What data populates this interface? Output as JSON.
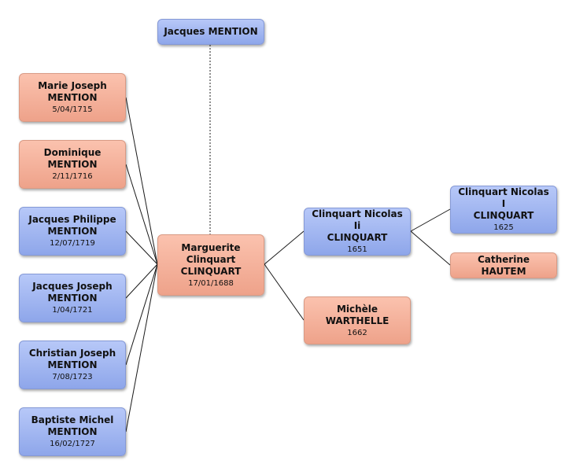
{
  "nodes": {
    "jacques_mention": {
      "name": "Jacques MENTION"
    },
    "marie_joseph": {
      "name": "Marie Joseph\nMENTION",
      "date": "5/04/1715"
    },
    "dominique": {
      "name": "Dominique\nMENTION",
      "date": "2/11/1716"
    },
    "jacques_philippe": {
      "name": "Jacques Philippe\nMENTION",
      "date": "12/07/1719"
    },
    "jacques_joseph": {
      "name": "Jacques Joseph\nMENTION",
      "date": "1/04/1721"
    },
    "christian_joseph": {
      "name": "Christian Joseph\nMENTION",
      "date": "7/08/1723"
    },
    "baptiste_michel": {
      "name": "Baptiste Michel\nMENTION",
      "date": "16/02/1727"
    },
    "marguerite": {
      "name": "Marguerite\nClinquart\nCLINQUART",
      "date": "17/01/1688"
    },
    "nicolas_ii": {
      "name": "Clinquart Nicolas Ii\nCLINQUART",
      "date": "1651"
    },
    "michele": {
      "name": "Michèle\nWARTHELLE",
      "date": "1662"
    },
    "nicolas_i": {
      "name": "Clinquart Nicolas I\nCLINQUART",
      "date": "1625"
    },
    "catherine": {
      "name": "Catherine HAUTEM"
    }
  },
  "colors": {
    "male": "#9bb2f0",
    "female": "#f3ad95",
    "line": "#1a1a1a",
    "spouse_line": "#555555"
  }
}
